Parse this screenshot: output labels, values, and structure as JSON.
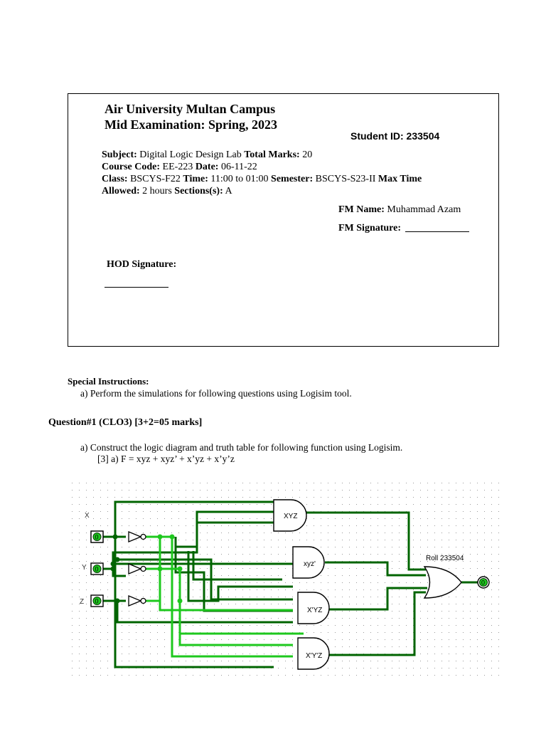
{
  "header": {
    "university": "Air University Multan Campus",
    "exam": "Mid Examination: Spring, 2023",
    "student_id": "Student ID: 233504",
    "subject_label": "Subject:",
    "subject": "Digital Logic Design Lab",
    "total_marks_label": "Total Marks:",
    "total_marks": "20",
    "course_code_label": "Course Code:",
    "course_code": "EE-223",
    "date_label": "Date:",
    "date": "06-11-22",
    "class_label": "Class:",
    "class": "BSCYS-F22",
    "time_label": "Time:",
    "time": "11:00 to 01:00",
    "semester_label": "Semester:",
    "semester": "BSCYS-S23-II",
    "max_time_label": "Max Time",
    "allowed_label": "Allowed:",
    "allowed": "2 hours",
    "sections_label": "Sections(s):",
    "sections": "A",
    "fm_name_label": "FM Name:",
    "fm_name": "Muhammad Azam",
    "fm_signature_label": "FM Signature:",
    "hod_signature_label": "HOD Signature:"
  },
  "instructions": {
    "title": "Special Instructions:",
    "items": [
      "a) Perform the simulations for following questions using Logisim tool."
    ]
  },
  "question1": {
    "title": "Question#1 (CLO3) [3+2=05 marks]",
    "part_a": "a)   Construct the logic diagram and truth table for following function using Logisim.",
    "part_a_sub": "[3] a) F = xyz + xyz’ + x’yz + x’y’z"
  },
  "circuit": {
    "inputs": [
      {
        "label": "X",
        "value": "0"
      },
      {
        "label": "Y",
        "value": "0"
      },
      {
        "label": "Z",
        "value": "0"
      }
    ],
    "gates": [
      "XYZ",
      "xyz'",
      "X'YZ",
      "X'Y'Z"
    ],
    "or_label": "Roll 233504",
    "output_value": "0",
    "colors": {
      "wire_dark": "#006400",
      "wire_light": "#1ec81e",
      "grid": "#9a9a9a"
    }
  }
}
